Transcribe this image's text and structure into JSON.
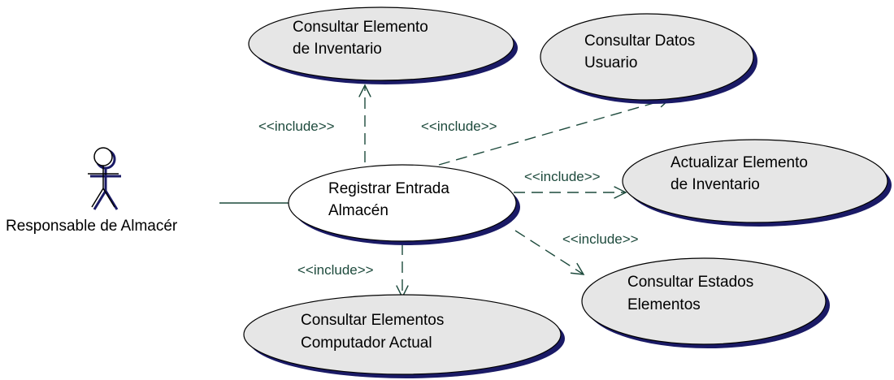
{
  "actor": {
    "label": "Responsable de Almacér"
  },
  "use_cases": {
    "consultar_elemento_inventario": {
      "line1": "Consultar Elemento",
      "line2": "de Inventario"
    },
    "consultar_datos_usuario": {
      "line1": "Consultar Datos",
      "line2": "Usuario"
    },
    "registrar_entrada_almacen": {
      "line1": "Registrar Entrada",
      "line2": "Almacén"
    },
    "actualizar_elemento_inventario": {
      "line1": "Actualizar Elemento",
      "line2": "de Inventario"
    },
    "consultar_estados_elementos": {
      "line1": "Consultar Estados",
      "line2": "Elementos"
    },
    "consultar_elementos_computador": {
      "line1": "Consultar Elementos",
      "line2": "Computador Actual"
    }
  },
  "relations": {
    "include_label": "<<include>>"
  },
  "colors": {
    "ellipse_fill": "#e6e6e6",
    "ellipse_shadow": "#1a1a66",
    "dashed_line": "#1d4a3c",
    "association_line": "#1d4a3c"
  }
}
